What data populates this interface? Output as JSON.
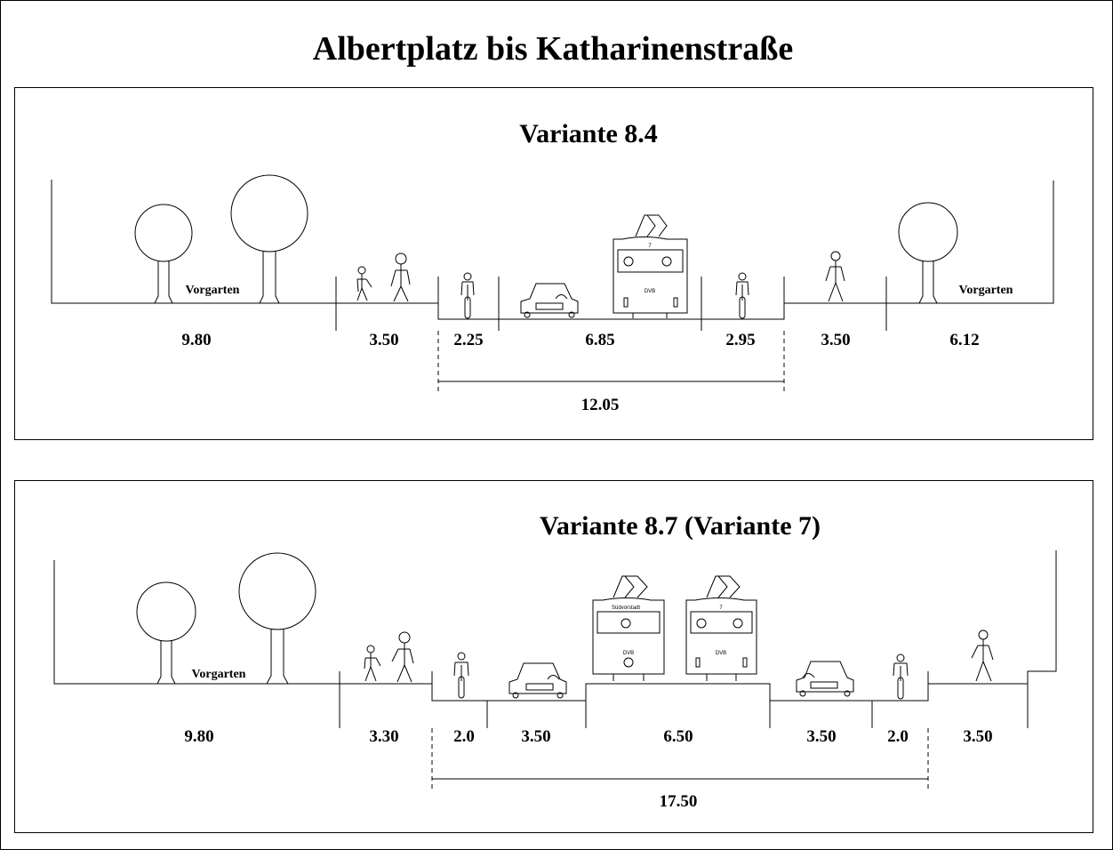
{
  "title": "Albertplatz bis Katharinenstraße",
  "variants": [
    {
      "title": "Variante 8.4",
      "labels": [
        "Vorgarten",
        "Vorgarten"
      ],
      "dimensions": [
        "9.80",
        "3.50",
        "2.25",
        "6.85",
        "2.95",
        "3.50",
        "6.12"
      ],
      "total": "12.05",
      "tram_labels": [
        "7",
        "DVB"
      ]
    },
    {
      "title": "Variante 8.7 (Variante 7)",
      "labels": [
        "Vorgarten"
      ],
      "dimensions": [
        "9.80",
        "3.30",
        "2.0",
        "3.50",
        "6.50",
        "3.50",
        "2.0",
        "3.50"
      ],
      "total": "17.50",
      "tram_labels": [
        "Südvorstadt",
        "DVB",
        "7",
        "DVB"
      ]
    }
  ]
}
